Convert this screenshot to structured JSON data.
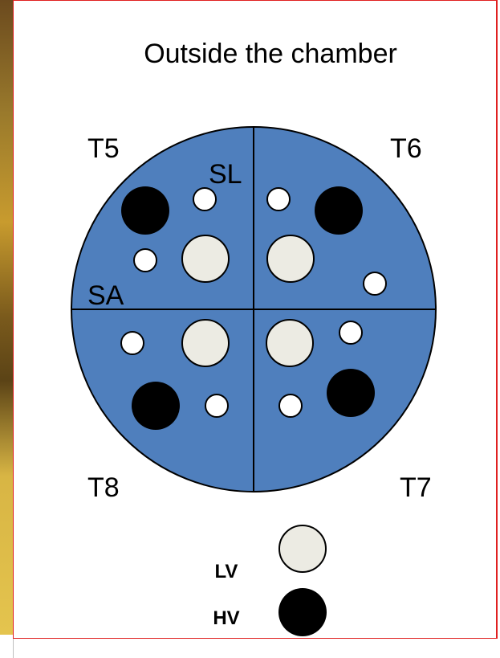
{
  "title": "Outside the chamber",
  "quadrant_labels": {
    "top_left": "T5",
    "top_right": "T6",
    "bottom_left": "T8",
    "bottom_right": "T7"
  },
  "inner_labels": {
    "sl": "SL",
    "sa": "SA"
  },
  "legend": {
    "lv": "LV",
    "hv": "HV"
  },
  "colors": {
    "plate": "#4f7fbd",
    "lv_fill": "#ecebe3",
    "hv_fill": "#000000",
    "small_hole": "#ffffff",
    "frame_border": "#e02020"
  }
}
